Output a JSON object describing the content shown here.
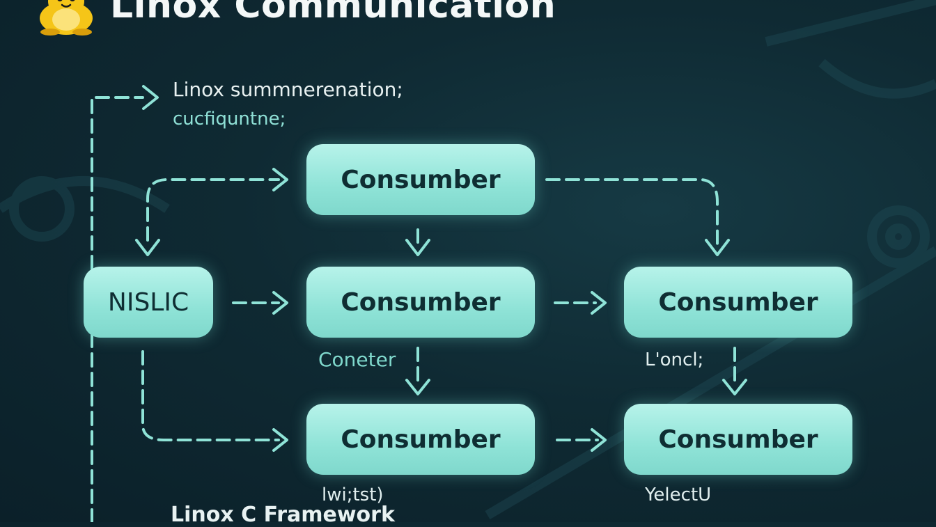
{
  "title": "Linox Communication",
  "subtitle_line1": "Linox summnerenation;",
  "subtitle_line2": "cucfiquntne;",
  "nodes": {
    "nsc": "NISLIC",
    "top": "Consumber",
    "mid_center": "Consumber",
    "mid_right": "Consumber",
    "bottom_center": "Consumber",
    "bottom_right": "Consumber"
  },
  "labels": {
    "center_side": "Coneter",
    "right_side": "L'oncl;",
    "bottom_center_caption": "lwi;tst)",
    "bottom_right_caption": "YelectU"
  },
  "footer_text": "Linox C Framework",
  "colors": {
    "background": "#0f2a33",
    "node_fill": "#8fe3d7",
    "node_text": "#0f2e33",
    "connector": "#8fe3d7",
    "mascot": "#f5c518"
  }
}
